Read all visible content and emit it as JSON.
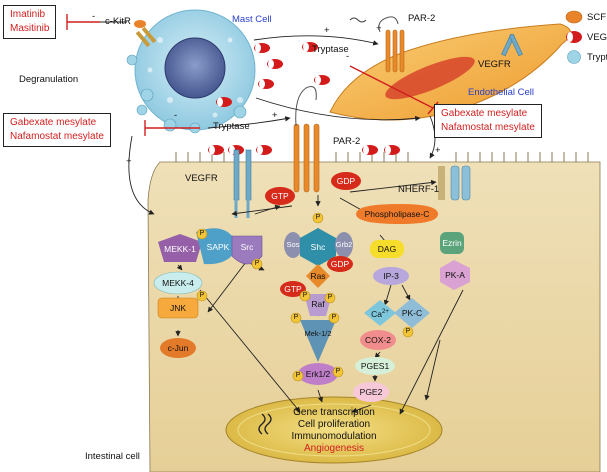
{
  "drugs": {
    "ckit_inhibitors": [
      "Imatinib",
      "Masitinib"
    ],
    "protease_inhibitors_left": [
      "Gabexate mesylate",
      "Nafamostat mesylate"
    ],
    "protease_inhibitors_right": [
      "Gabexate mesylate",
      "Nafamostat mesylate"
    ]
  },
  "labels": {
    "ckitr": "c-KitR",
    "mast_cell": "Mast Cell",
    "degranulation": "Degranulation",
    "tryptase_top": "Tryptase",
    "tryptase_mid": "Tryptase",
    "par2_top": "PAR-2",
    "par2_mid": "PAR-2",
    "vegfr_top": "VEGFR",
    "vegfr_mid": "VEGFR",
    "endothelial_cell": "Endothelial Cell",
    "intestinal_cell": "Intestinal cell",
    "nherf1": "NHERF-1",
    "plus": "+",
    "minus": "-"
  },
  "legend": [
    {
      "name": "SCF",
      "color": "#e8832a"
    },
    {
      "name": "VEGF",
      "color": "#d31b1b"
    },
    {
      "name": "Tryptase",
      "color": "#9fd3e6"
    }
  ],
  "nodes": {
    "gtp_main": "GTP",
    "gdp_main": "GDP",
    "p": "P",
    "mekk1": "MEKK-1",
    "sapk": "SAPK",
    "mekk4": "MEKK-4",
    "jnk": "JNK",
    "cjun": "c-Jun",
    "src": "Src",
    "sos": "Sos",
    "shc": "Shc",
    "grb2": "Grb2",
    "ras": "Ras",
    "gdp_ras": "GDP",
    "gtp_ras": "GTP",
    "raf": "Raf",
    "mek12": "Mek-1/2",
    "erk12": "Erk1/2",
    "plc": "Phospholipase-C",
    "dag": "DAG",
    "ip3": "IP-3",
    "ca": "Ca",
    "ca_sup": "2+",
    "pkc": "PK-C",
    "cox2": "COX-2",
    "pges1": "PGES1",
    "pge2": "PGE2",
    "ezrin": "Ezrin",
    "pka": "PK-A"
  },
  "nucleus": {
    "lines": [
      "Gene transcription",
      "Cell proliferation",
      "Immunomodulation"
    ],
    "highlight": "Angiogenesis"
  }
}
